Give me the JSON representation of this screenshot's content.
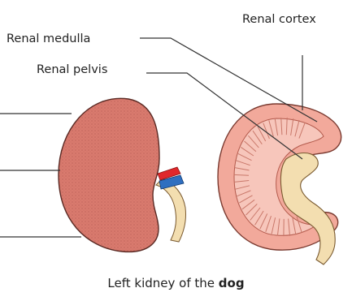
{
  "labels": {
    "renal_cortex": "Renal cortex",
    "renal_medulla": "Renal medulla",
    "renal_pelvis": "Renal pelvis"
  },
  "caption": {
    "text": "Left kidney of the",
    "bold": "dog"
  },
  "colors": {
    "kidney_outer": "#d97a6e",
    "kidney_outline": "#5a2a24",
    "cortex_section": "#f2a99b",
    "medulla_section": "#f7c6bb",
    "pelvis": "#f3deb0",
    "artery": "#e0282c",
    "vein": "#2f6fc0",
    "leader_line": "#333333"
  }
}
